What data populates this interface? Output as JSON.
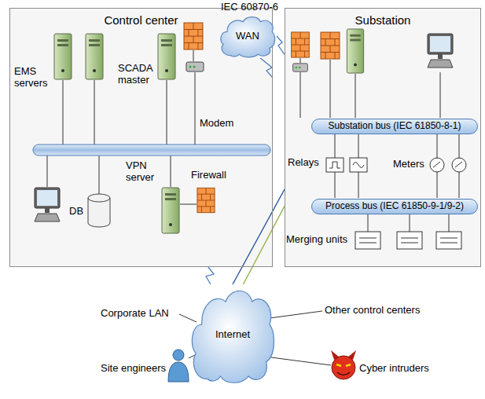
{
  "diagram": {
    "nodes": [
      {
        "text": [
          "Control center"
        ]
      },
      {
        "text": [
          "WAN"
        ]
      },
      {
        "text": [
          "Substation"
        ]
      },
      {
        "text": [
          "Substation bus (IEC 61850-8-1)"
        ],
        "in": 2
      },
      {
        "text": [
          "Process bus (IEC 61850-9-1/9-2)"
        ],
        "in": 2
      },
      {
        "text": [
          "Internet"
        ]
      }
    ],
    "edges": [
      {
        "from": 0,
        "to": 1,
        "arrow": "none"
      },
      {
        "from": 1,
        "to": 2,
        "arrow": "none"
      },
      {
        "from": 5,
        "to": 0,
        "arrow": "none"
      },
      {
        "from": 5,
        "to": 2,
        "arrow": "none"
      },
      {
        "from": 5,
        "to": 2,
        "arrow": "none"
      }
    ],
    "labels": [
      "IEC 60870-6",
      "EMS servers",
      "SCADA master",
      "Modem",
      "VPN server",
      "Firewall",
      "DB",
      "Relays",
      "Meters",
      "Merging units",
      "Corporate LAN",
      "Other control centers",
      "Site engineers",
      "Cyber intruders"
    ]
  }
}
